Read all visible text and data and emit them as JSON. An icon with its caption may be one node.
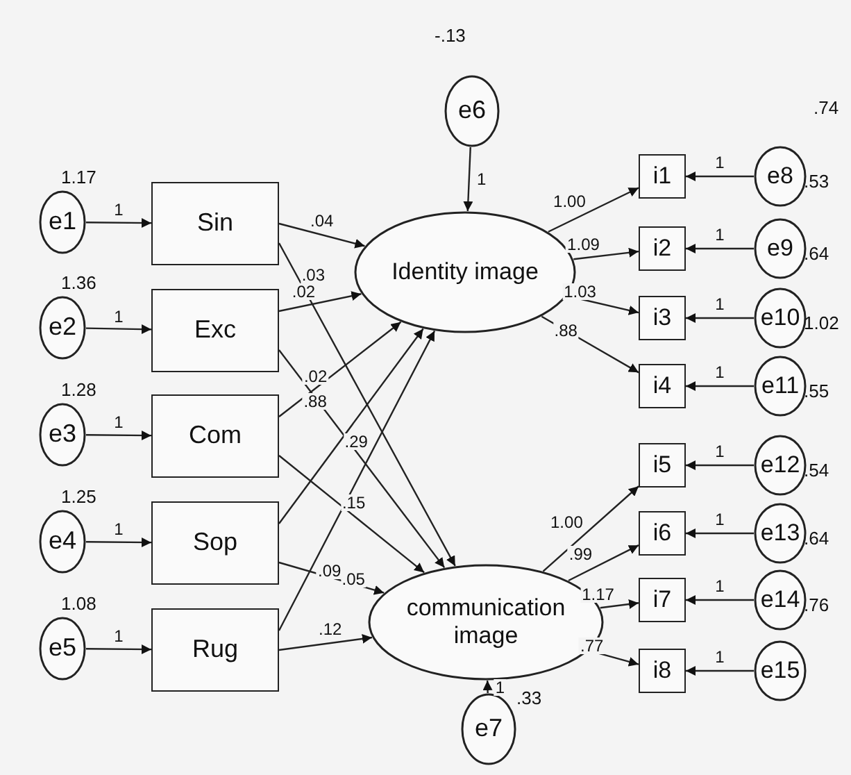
{
  "diagram": {
    "nodes": [
      {
        "text": [
          "e1"
        ],
        "beside": [
          "1.17"
        ]
      },
      {
        "text": [
          "e2"
        ],
        "beside": [
          "1.36"
        ]
      },
      {
        "text": [
          "e3"
        ],
        "beside": [
          "1.28"
        ]
      },
      {
        "text": [
          "e4"
        ],
        "beside": [
          "1.25"
        ]
      },
      {
        "text": [
          "e5"
        ],
        "beside": [
          "1.08"
        ]
      },
      {
        "text": [
          "Sin"
        ]
      },
      {
        "text": [
          "Exc"
        ]
      },
      {
        "text": [
          "Com"
        ]
      },
      {
        "text": [
          "Sop"
        ]
      },
      {
        "text": [
          "Rug"
        ]
      },
      {
        "text": [
          "Identity image"
        ]
      },
      {
        "text": [
          "communication image"
        ]
      },
      {
        "text": [
          "e6"
        ]
      },
      {
        "text": [
          "e7"
        ],
        "beside": [
          ".33"
        ]
      },
      {
        "text": [
          "i1"
        ]
      },
      {
        "text": [
          "i2"
        ]
      },
      {
        "text": [
          "i3"
        ]
      },
      {
        "text": [
          "i4"
        ]
      },
      {
        "text": [
          "i5"
        ]
      },
      {
        "text": [
          "i6"
        ]
      },
      {
        "text": [
          "i7"
        ]
      },
      {
        "text": [
          "i8"
        ]
      },
      {
        "text": [
          "e8"
        ],
        "beside": [
          ".53"
        ]
      },
      {
        "text": [
          "e9"
        ],
        "beside": [
          ".64"
        ]
      },
      {
        "text": [
          "e10"
        ],
        "beside": [
          "1.02"
        ]
      },
      {
        "text": [
          "e11"
        ],
        "beside": [
          ".55"
        ]
      },
      {
        "text": [
          "e12"
        ],
        "beside": [
          ".54"
        ]
      },
      {
        "text": [
          "e13"
        ],
        "beside": [
          ".64"
        ]
      },
      {
        "text": [
          "e14"
        ],
        "beside": [
          ".76"
        ]
      },
      {
        "text": [
          "e15"
        ]
      }
    ],
    "edges": [
      {
        "from": 0,
        "to": 5,
        "arrow": "to",
        "label": "1"
      },
      {
        "from": 1,
        "to": 6,
        "arrow": "to",
        "label": "1"
      },
      {
        "from": 2,
        "to": 7,
        "arrow": "to",
        "label": "1"
      },
      {
        "from": 3,
        "to": 8,
        "arrow": "to",
        "label": "1"
      },
      {
        "from": 4,
        "to": 9,
        "arrow": "to",
        "label": "1"
      },
      {
        "from": 5,
        "to": 10,
        "arrow": "to",
        "label": ".04"
      },
      {
        "from": 5,
        "to": 11,
        "arrow": "to",
        "label": ".03"
      },
      {
        "from": 6,
        "to": 10,
        "arrow": "to",
        "label": ".02"
      },
      {
        "from": 6,
        "to": 11,
        "arrow": "to",
        "label": ".02"
      },
      {
        "from": 7,
        "to": 10,
        "arrow": "to",
        "label": ".88"
      },
      {
        "from": 7,
        "to": 11,
        "arrow": "to",
        "label": ".15"
      },
      {
        "from": 8,
        "to": 10,
        "arrow": "to",
        "label": ".29"
      },
      {
        "from": 8,
        "to": 11,
        "arrow": "to",
        "label": ".05"
      },
      {
        "from": 9,
        "to": 10,
        "arrow": "to",
        "label": ".09"
      },
      {
        "from": 9,
        "to": 11,
        "arrow": "to",
        "label": ".12"
      },
      {
        "from": 12,
        "to": 10,
        "arrow": "to",
        "label": "1"
      },
      {
        "from": 13,
        "to": 11,
        "arrow": "to",
        "label": "1"
      },
      {
        "from": 10,
        "to": 14,
        "arrow": "to",
        "label": "1.00"
      },
      {
        "from": 10,
        "to": 15,
        "arrow": "to",
        "label": "1.09"
      },
      {
        "from": 10,
        "to": 16,
        "arrow": "to",
        "label": "1.03"
      },
      {
        "from": 10,
        "to": 17,
        "arrow": "to",
        "label": ".88"
      },
      {
        "from": 11,
        "to": 18,
        "arrow": "to",
        "label": "1.00"
      },
      {
        "from": 11,
        "to": 19,
        "arrow": "to",
        "label": ".99"
      },
      {
        "from": 11,
        "to": 20,
        "arrow": "to",
        "label": "1.17"
      },
      {
        "from": 11,
        "to": 21,
        "arrow": "to",
        "label": ".77"
      },
      {
        "from": 22,
        "to": 14,
        "arrow": "to",
        "label": "1"
      },
      {
        "from": 23,
        "to": 15,
        "arrow": "to",
        "label": "1"
      },
      {
        "from": 24,
        "to": 16,
        "arrow": "to",
        "label": "1"
      },
      {
        "from": 25,
        "to": 17,
        "arrow": "to",
        "label": "1"
      },
      {
        "from": 26,
        "to": 18,
        "arrow": "to",
        "label": "1"
      },
      {
        "from": 27,
        "to": 19,
        "arrow": "to",
        "label": "1"
      },
      {
        "from": 28,
        "to": 20,
        "arrow": "to",
        "label": "1"
      },
      {
        "from": 29,
        "to": 21,
        "arrow": "to",
        "label": "1"
      }
    ],
    "labels": [
      "-.13",
      ".74"
    ]
  }
}
